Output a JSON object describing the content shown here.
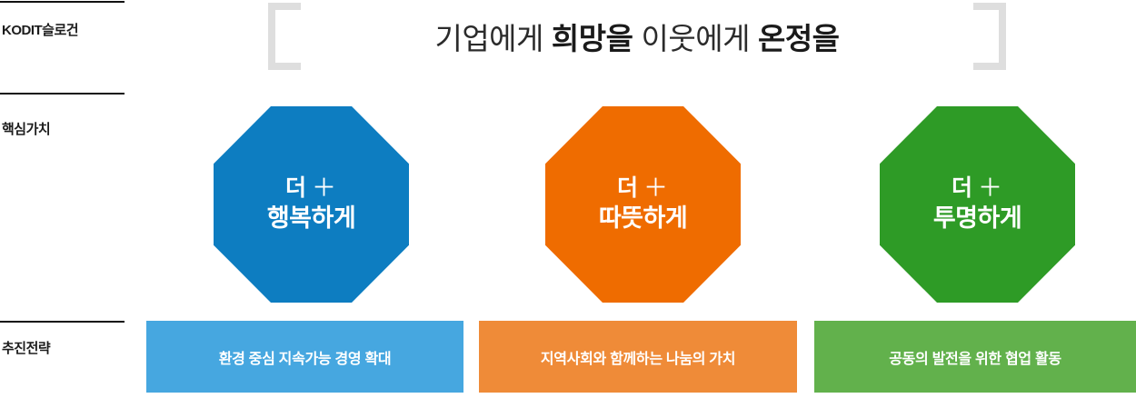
{
  "rows": {
    "slogan_label": "KODIT슬로건",
    "values_label": "핵심가치",
    "strategy_label": "추진전략"
  },
  "slogan": {
    "part1": "기업에게",
    "part2_bold": "희망을",
    "part3": "이웃에게",
    "part4_bold": "온정을",
    "bracket_color": "#dedede"
  },
  "core_values": [
    {
      "prefix": "더",
      "plus": "＋",
      "label": "행복하게",
      "color": "#0d7dc1"
    },
    {
      "prefix": "더",
      "plus": "＋",
      "label": "따뜻하게",
      "color": "#ef6c00"
    },
    {
      "prefix": "더",
      "plus": "＋",
      "label": "투명하게",
      "color": "#2e9b26"
    }
  ],
  "strategies": [
    {
      "text": "환경 중심 지속가능 경영 확대",
      "color": "#46a7e0"
    },
    {
      "text": "지역사회와 함께하는 나눔의 가치",
      "color": "#ef8b38"
    },
    {
      "text": "공동의 발전을 위한 협업 활동",
      "color": "#62b14c"
    }
  ]
}
